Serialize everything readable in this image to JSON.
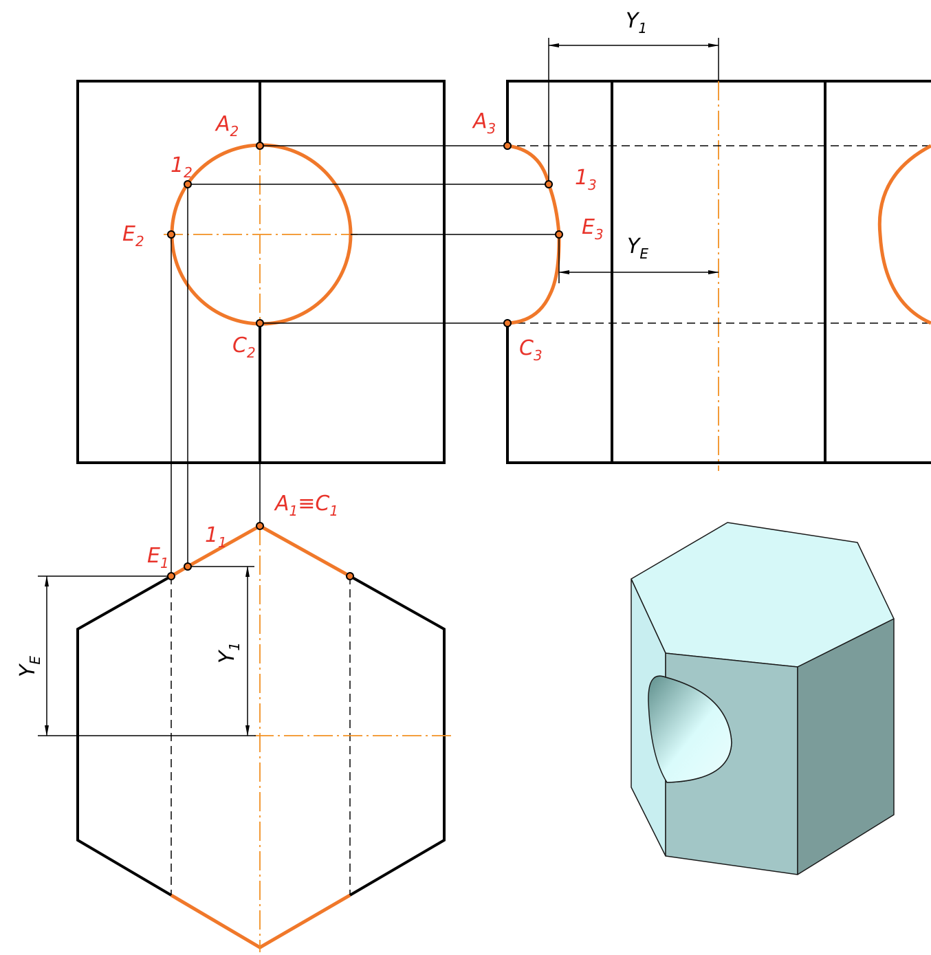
{
  "colors": {
    "section_line": "#f0782a",
    "label_red": "#e8332a",
    "axis_line": "#f29022",
    "outline": "#000000",
    "solid_top": "#d6f8f8",
    "solid_front": "#a2c6c6",
    "solid_side": "#7b9c9a",
    "solid_left": "#c8eef0"
  },
  "labels": {
    "A2": {
      "main": "A",
      "sub": "2"
    },
    "one2": {
      "main": "1",
      "sub": "2"
    },
    "E2": {
      "main": "E",
      "sub": "2"
    },
    "C2": {
      "main": "C",
      "sub": "2"
    },
    "A3": {
      "main": "A",
      "sub": "3"
    },
    "one3": {
      "main": "1",
      "sub": "3"
    },
    "E3": {
      "main": "E",
      "sub": "3"
    },
    "C3": {
      "main": "C",
      "sub": "3"
    },
    "A1C1": {
      "main": "A",
      "sub1": "1",
      "mid": "≡C",
      "sub2": "1"
    },
    "one1": {
      "main": "1",
      "sub": "1"
    },
    "E1": {
      "main": "E",
      "sub": "1"
    }
  },
  "dimensions": {
    "Y1_top": {
      "main": "Y",
      "sub": "1"
    },
    "YE_right": {
      "main": "Y",
      "sub": "E"
    },
    "YE_left": {
      "main": "Y",
      "sub": "E"
    },
    "Y1_bottom": {
      "main": "Y",
      "sub": "1"
    }
  }
}
